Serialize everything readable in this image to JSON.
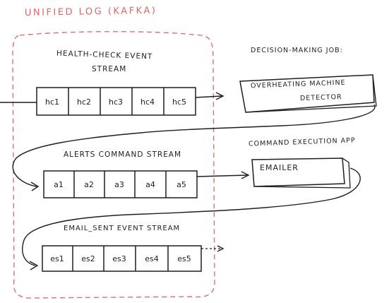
{
  "title": "UNIFIED LOG (KAFKA)",
  "colors": {
    "ink": "#1e1e1e",
    "log_boundary": "#e06666",
    "paper": "#ffffff"
  },
  "streams": [
    {
      "label": "HEALTH-CHECK EVENT",
      "label_line2": "STREAM",
      "cells": [
        "hc1",
        "hc2",
        "hc3",
        "hc4",
        "hc5"
      ]
    },
    {
      "label": "ALERTS COMMAND STREAM",
      "cells": [
        "a1",
        "a2",
        "a3",
        "a4",
        "a5"
      ]
    },
    {
      "label": "EMAIL_SENT EVENT STREAM",
      "cells": [
        "es1",
        "es2",
        "es3",
        "es4",
        "es5"
      ]
    }
  ],
  "jobs": {
    "decision_heading": "DECISION-MAKING JOB:",
    "detector_line1": "OVERHEATING MACHINE",
    "detector_line2": "DETECTOR",
    "command_heading": "COMMAND EXECUTION APP",
    "emailer_label": "EMAILER"
  }
}
